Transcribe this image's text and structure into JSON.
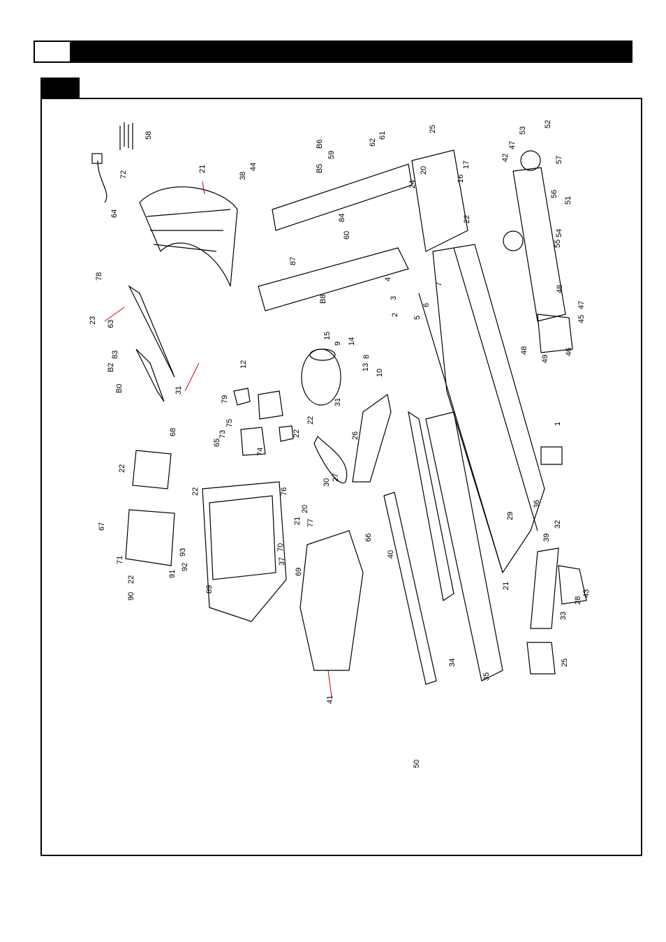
{
  "header": {
    "number_box": "",
    "title": ""
  },
  "section": {
    "tab_label": ""
  },
  "colors": {
    "ink": "#000000",
    "leader_red": "#cc0000",
    "paper": "#ffffff"
  },
  "diagram": {
    "type": "exploded-parts-view",
    "orientation": "rotated 90° (landscape drawn on portrait page)",
    "part_labels": [
      "58",
      "72",
      "21",
      "38",
      "44",
      "B6",
      "B5",
      "59",
      "62",
      "61",
      "25",
      "20",
      "24",
      "16",
      "17",
      "22",
      "64",
      "78",
      "23",
      "63",
      "83",
      "B2",
      "B0",
      "31",
      "87",
      "84",
      "60",
      "B8",
      "4",
      "3",
      "2",
      "5",
      "6",
      "7",
      "15",
      "9",
      "14",
      "8",
      "13",
      "10",
      "31",
      "12",
      "79",
      "22",
      "26",
      "27",
      "30",
      "76",
      "22",
      "65",
      "73",
      "75",
      "74",
      "22",
      "68",
      "22",
      "21",
      "77",
      "20",
      "37",
      "70",
      "69",
      "71",
      "67",
      "93",
      "91",
      "92",
      "22",
      "90",
      "89",
      "66",
      "40",
      "41",
      "21",
      "34",
      "35",
      "29",
      "36",
      "1",
      "39",
      "32",
      "33",
      "28",
      "43",
      "25",
      "42",
      "47",
      "53",
      "52",
      "57",
      "56",
      "51",
      "54",
      "55",
      "48",
      "45",
      "47",
      "48",
      "46",
      "49",
      "50"
    ]
  }
}
